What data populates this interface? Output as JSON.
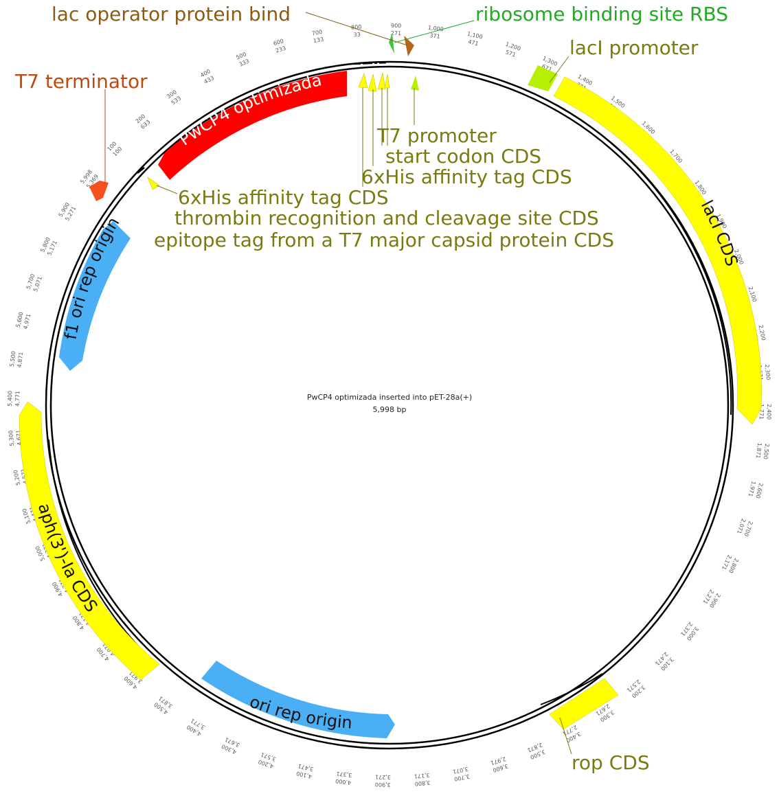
{
  "map": {
    "title": "PwCP4 optimizada inserted into pET-28a(+)",
    "length": "5,998 bp"
  },
  "colors": {
    "red": "#ff0000",
    "orange": "#f4511e",
    "blue": "#4aaff5",
    "yellow": "#ffff00",
    "lime": "#b6f000",
    "rbs_green": "#3cc43c",
    "lac_brown": "#b5651d",
    "label_olive": "#7a7a10",
    "label_orange": "#c0480a",
    "label_brown": "#8b5a14",
    "label_green": "#22aa22"
  },
  "features": {
    "pwcp4": "PwCP4 optimizada",
    "lacI": "lacI CDS",
    "f1ori": "f1 ori rep origin",
    "aph": "aph(3')-Ia CDS",
    "ori": "ori rep origin"
  },
  "labels": {
    "lac_operator": "lac operator protein bind",
    "rbs": "ribosome binding site RBS",
    "laci_promoter": "lacI promoter",
    "t7_terminator": "T7 terminator",
    "t7_promoter": "T7 promoter",
    "start_codon": "start codon CDS",
    "his_tag_1": "6xHis affinity tag CDS",
    "his_tag_2": "6xHis affinity tag CDS",
    "thrombin": "thrombin recognition and cleavage site CDS",
    "t7_epitope": "epitope tag from a T7 major capsid protein CDS",
    "rop": "rop CDS"
  },
  "ticks": [
    {
      "a": "100",
      "b": "100"
    },
    {
      "a": "200",
      "b": "633"
    },
    {
      "a": "300",
      "b": "533"
    },
    {
      "a": "400",
      "b": "433"
    },
    {
      "a": "500",
      "b": "333"
    },
    {
      "a": "600",
      "b": "233"
    },
    {
      "a": "700",
      "b": "133"
    },
    {
      "a": "800",
      "b": "33"
    },
    {
      "a": "900",
      "b": "271"
    },
    {
      "a": "1,000",
      "b": "371"
    },
    {
      "a": "1,100",
      "b": "471"
    },
    {
      "a": "1,200",
      "b": "571"
    },
    {
      "a": "1,300",
      "b": "671"
    },
    {
      "a": "1,400",
      "b": "771"
    },
    {
      "a": "1,500",
      "b": "871"
    },
    {
      "a": "1,600",
      "b": "971"
    },
    {
      "a": "1,700",
      "b": "1,071"
    },
    {
      "a": "1,800",
      "b": "1,171"
    },
    {
      "a": "1,900",
      "b": "1,271"
    },
    {
      "a": "2,000",
      "b": "1,371"
    },
    {
      "a": "2,100",
      "b": "1,471"
    },
    {
      "a": "2,200",
      "b": "1,571"
    },
    {
      "a": "2,300",
      "b": "1,671"
    },
    {
      "a": "2,400",
      "b": "1,771"
    },
    {
      "a": "2,500",
      "b": "1,871"
    },
    {
      "a": "2,600",
      "b": "1,971"
    },
    {
      "a": "2,700",
      "b": "2,071"
    },
    {
      "a": "2,800",
      "b": "2,171"
    },
    {
      "a": "2,900",
      "b": "2,271"
    },
    {
      "a": "3,000",
      "b": "2,371"
    },
    {
      "a": "3,100",
      "b": "2,471"
    },
    {
      "a": "3,200",
      "b": "2,571"
    },
    {
      "a": "3,300",
      "b": "2,671"
    },
    {
      "a": "3,400",
      "b": "2,771"
    },
    {
      "a": "3,500",
      "b": "2,871"
    },
    {
      "a": "3,600",
      "b": "2,971"
    },
    {
      "a": "3,700",
      "b": "3,071"
    },
    {
      "a": "3,800",
      "b": "3,171"
    },
    {
      "a": "3,900",
      "b": "3,271"
    },
    {
      "a": "4,000",
      "b": "3,371"
    },
    {
      "a": "4,100",
      "b": "3,471"
    },
    {
      "a": "4,200",
      "b": "3,571"
    },
    {
      "a": "4,300",
      "b": "3,671"
    },
    {
      "a": "4,400",
      "b": "3,771"
    },
    {
      "a": "4,500",
      "b": "3,871"
    },
    {
      "a": "4,600",
      "b": "3,971"
    },
    {
      "a": "4,700",
      "b": "4,071"
    },
    {
      "a": "4,800",
      "b": "4,171"
    },
    {
      "a": "4,900",
      "b": "4,271"
    },
    {
      "a": "5,000",
      "b": "4,371"
    },
    {
      "a": "5,100",
      "b": "4,471"
    },
    {
      "a": "5,200",
      "b": "4,571"
    },
    {
      "a": "5,300",
      "b": "4,671"
    },
    {
      "a": "5,400",
      "b": "4,771"
    },
    {
      "a": "5,500",
      "b": "4,871"
    },
    {
      "a": "5,600",
      "b": "4,971"
    },
    {
      "a": "5,700",
      "b": "5,071"
    },
    {
      "a": "5,800",
      "b": "5,171"
    },
    {
      "a": "5,900",
      "b": "5,271"
    },
    {
      "a": "5,998",
      "b": "5,369"
    }
  ]
}
